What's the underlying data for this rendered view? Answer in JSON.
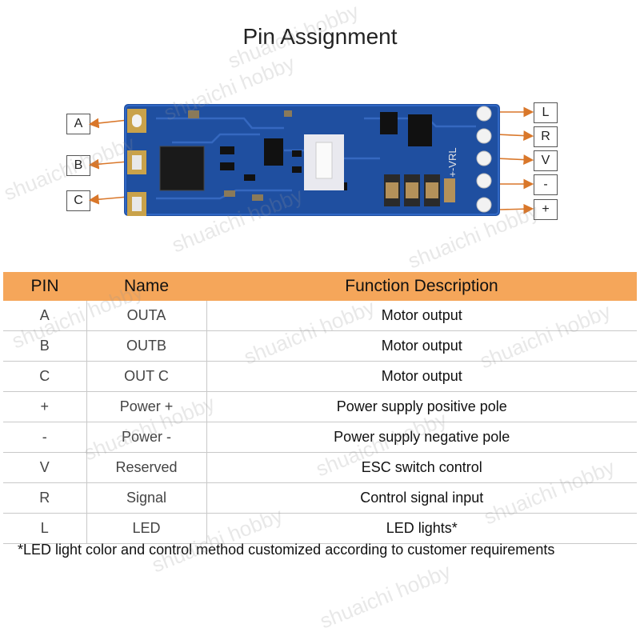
{
  "title": "Pin Assignment",
  "left_pins": [
    "A",
    "B",
    "C"
  ],
  "right_pins": [
    "L",
    "R",
    "V",
    "-",
    "+"
  ],
  "board_labels": {
    "silkscreen_pins": "+-VRL"
  },
  "watermark": "shuaichi hobby",
  "table": {
    "headers": [
      "PIN",
      "Name",
      "Function Description"
    ],
    "rows": [
      {
        "pin": "A",
        "name": "OUTA",
        "desc": "Motor output"
      },
      {
        "pin": "B",
        "name": "OUTB",
        "desc": "Motor output"
      },
      {
        "pin": "C",
        "name": "OUT C",
        "desc": "Motor output"
      },
      {
        "pin": "+",
        "name": "Power +",
        "desc": "Power supply positive pole"
      },
      {
        "pin": "-",
        "name": "Power -",
        "desc": "Power supply negative pole"
      },
      {
        "pin": "V",
        "name": "Reserved",
        "desc": "ESC switch control"
      },
      {
        "pin": "R",
        "name": "Signal",
        "desc": "Control signal input"
      },
      {
        "pin": "L",
        "name": "LED",
        "desc": "LED lights*"
      }
    ]
  },
  "footnote": "*LED light color and control method customized according to customer requirements",
  "colors": {
    "header": "#f5a65a",
    "pcb": "#1f4fa0",
    "arrow": "#d9772a"
  }
}
